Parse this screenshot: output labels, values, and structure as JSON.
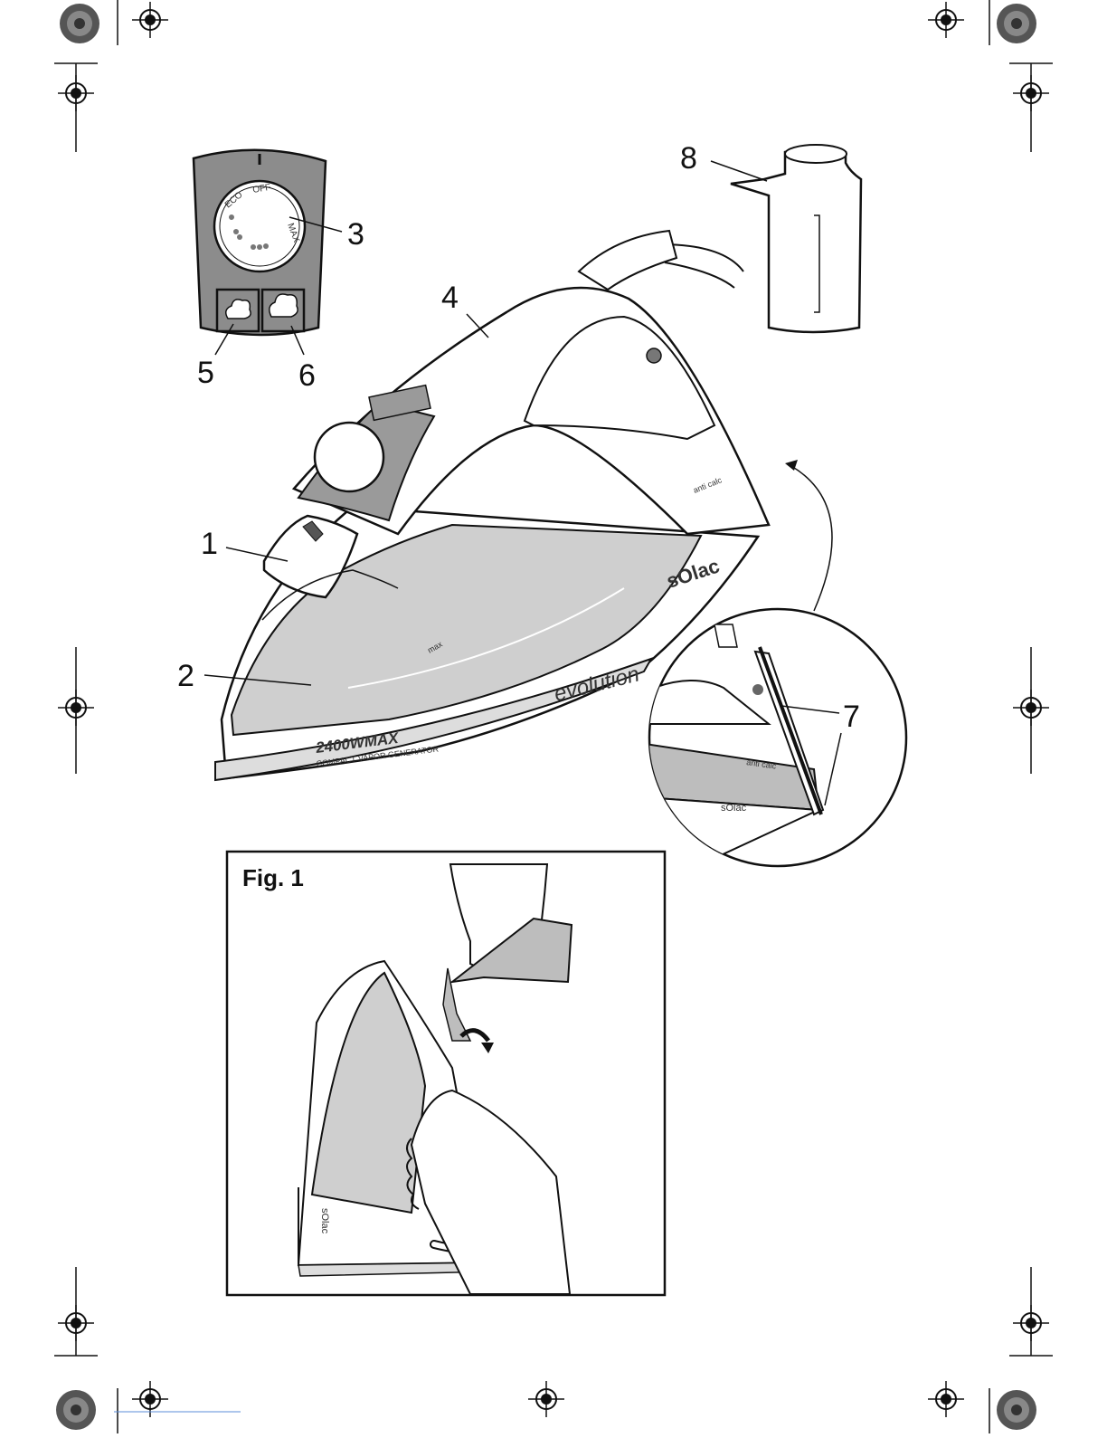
{
  "figure": {
    "title": "Fig. 1"
  },
  "callouts": [
    "1",
    "2",
    "3",
    "4",
    "5",
    "6",
    "7",
    "8"
  ],
  "dial": {
    "eco": "ECO",
    "off": "OFF",
    "max": "MAX"
  },
  "iron": {
    "brand": "sOlac",
    "model": "evolution",
    "power": "2400WMAX",
    "subtitle": "COMPACT VAPOR GENERATOR",
    "anticalc": "anti calc",
    "max_mark": "max"
  },
  "detail": {
    "brand": "sOlac",
    "anticalc": "anti calc"
  },
  "colors": {
    "ink": "#111111",
    "panel_gray": "#8c8c8c",
    "soleplate_gray": "#cfcfcf",
    "band_gray": "#9a9a9a"
  }
}
